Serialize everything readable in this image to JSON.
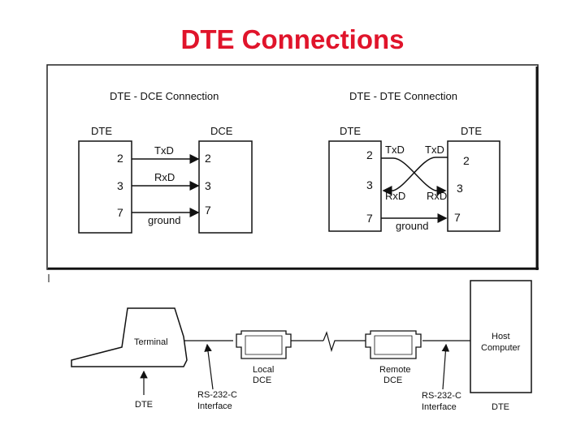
{
  "page": {
    "title": "DTE Connections"
  },
  "dte_dce": {
    "heading": "DTE - DCE Connection",
    "left_label": "DTE",
    "right_label": "DCE",
    "pins": [
      "2",
      "3",
      "7"
    ],
    "right_pins": [
      "2",
      "3",
      "7"
    ],
    "signals": [
      "TxD",
      "RxD",
      "ground"
    ]
  },
  "dte_dte": {
    "heading": "DTE - DTE Connection",
    "left_label": "DTE",
    "right_label": "DTE",
    "left_pins": [
      "2",
      "3",
      "7"
    ],
    "right_pins": [
      "2",
      "3",
      "7"
    ],
    "txd_left": "TxD",
    "txd_right": "TxD",
    "rxd_left": "RxD",
    "rxd_right": "RxD",
    "ground": "ground"
  },
  "network": {
    "terminal": "Terminal",
    "dte_left": "DTE",
    "rs232_left_1": "RS-232-C",
    "rs232_left_2": "Interface",
    "local_dce_1": "Local",
    "local_dce_2": "DCE",
    "remote_dce_1": "Remote",
    "remote_dce_2": "DCE",
    "rs232_right_1": "RS-232-C",
    "rs232_right_2": "Interface",
    "host_1": "Host",
    "host_2": "Computer",
    "dte_right": "DTE"
  }
}
